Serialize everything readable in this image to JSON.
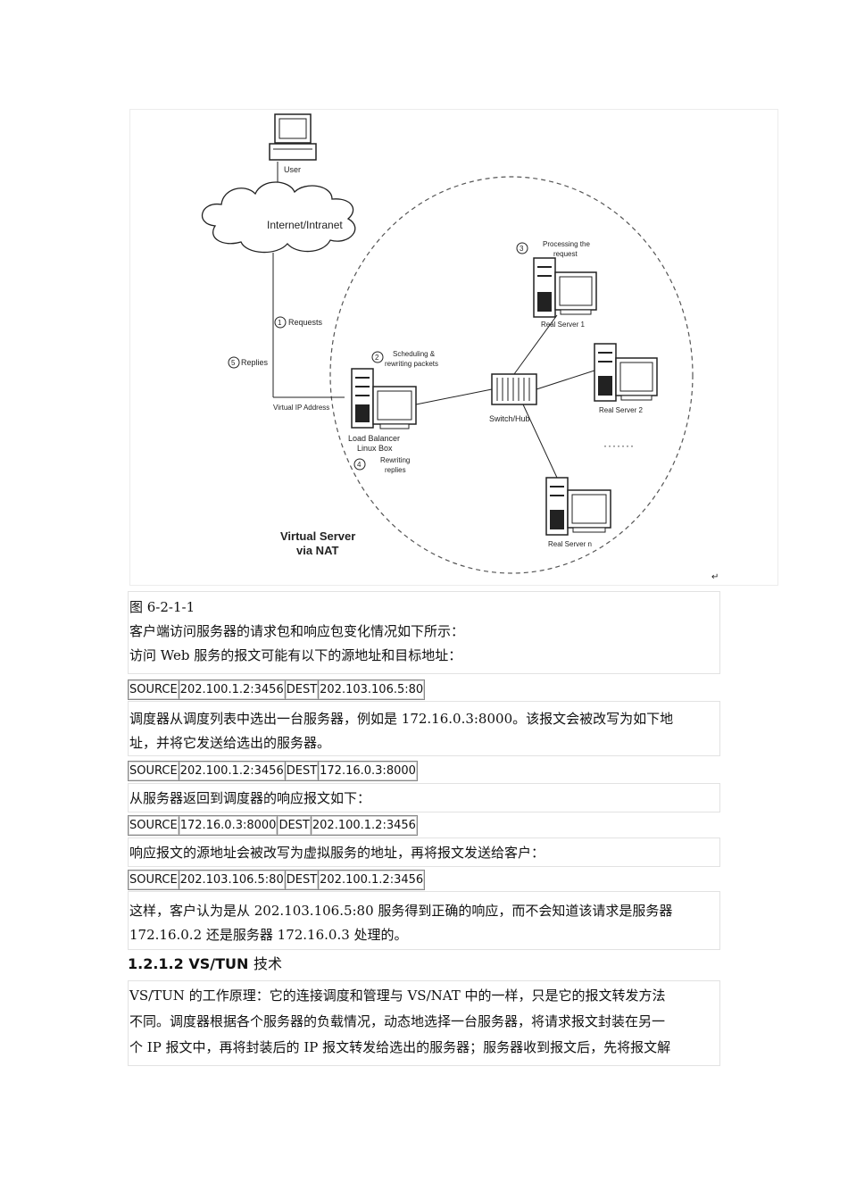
{
  "diagram": {
    "user_label": "User",
    "cloud_label": "Internet/Intranet",
    "step1": "1",
    "step1_text": "Requests",
    "step2": "2",
    "step2_text_a": "Scheduling &",
    "step2_text_b": "rewriting packets",
    "step3": "3",
    "step3_text_a": "Processing the",
    "step3_text_b": "request",
    "step4": "4",
    "step4_text_a": "Rewriting",
    "step4_text_b": "replies",
    "step5": "5",
    "step5_text": "Replies",
    "vip_label": "Virtual IP Address",
    "lb_label_a": "Load Balancer",
    "lb_label_b": "Linux Box",
    "switch_label": "Switch/Hub",
    "server1_label": "Real Server 1",
    "server2_label": "Real Server 2",
    "servern_label": "Real Server n",
    "ellipsis": "·······",
    "title_a": "Virtual Server",
    "title_b": "via NAT",
    "return_mark": "↵"
  },
  "caption": "图 6-2-1-1",
  "para1": "客户端访问服务器的请求包和响应包变化情况如下所示：",
  "para2": "访问 Web 服务的报文可能有以下的源地址和目标地址：",
  "table1": {
    "k1": "SOURCE",
    "v1": "202.100.1.2:3456",
    "k2": "DEST",
    "v2": "202.103.106.5:80"
  },
  "para3_a": "调度器从调度列表中选出一台服务器，例如是 172.16.0.3:8000。该报文会被改写为如下地",
  "para3_b": "址，并将它发送给选出的服务器。",
  "table2": {
    "k1": "SOURCE",
    "v1": "202.100.1.2:3456",
    "k2": "DEST",
    "v2": "172.16.0.3:8000"
  },
  "para4": "从服务器返回到调度器的响应报文如下：",
  "table3": {
    "k1": "SOURCE",
    "v1": "172.16.0.3:8000",
    "k2": "DEST",
    "v2": "202.100.1.2:3456"
  },
  "para5": "响应报文的源地址会被改写为虚拟服务的地址，再将报文发送给客户：",
  "table4": {
    "k1": "SOURCE",
    "v1": "202.103.106.5:80",
    "k2": "DEST",
    "v2": "202.100.1.2:3456"
  },
  "para6_a": "这样，客户认为是从 202.103.106.5:80 服务得到正确的响应，而不会知道该请求是服务器",
  "para6_b": "172.16.0.2 还是服务器 172.16.0.3 处理的。",
  "heading_num": "1.2.1.2 VS/TUN",
  "heading_text": "技术",
  "para7_a": "VS/TUN  的工作原理：它的连接调度和管理与 VS/NAT 中的一样，只是它的报文转发方法",
  "para7_b": "不同。调度器根据各个服务器的负载情况，动态地选择一台服务器，将请求报文封装在另一",
  "para7_c": "个 IP 报文中，再将封装后的 IP 报文转发给选出的服务器；服务器收到报文后，先将报文解"
}
